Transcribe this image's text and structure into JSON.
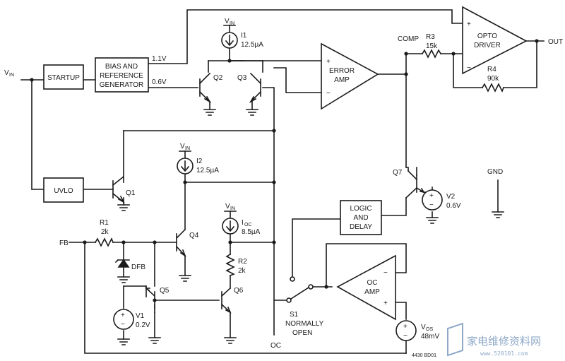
{
  "blocks": {
    "startup": "STARTUP",
    "bias_line1": "BIAS AND",
    "bias_line2": "REFERENCE",
    "bias_line3": "GENERATOR",
    "uvlo": "UVLO",
    "logic_line1": "LOGIC",
    "logic_line2": "AND",
    "logic_line3": "DELAY"
  },
  "amps": {
    "error_line1": "ERROR",
    "error_line2": "AMP",
    "opto_line1": "OPTO",
    "opto_line2": "DRIVER",
    "oc_line1": "OC",
    "oc_line2": "AMP",
    "plus": "+",
    "minus": "−"
  },
  "nets": {
    "vin_left": "V",
    "vin_sub": "IN",
    "v1v1": "1.1V",
    "v0v6": "0.6V",
    "comp": "COMP",
    "out": "OUT",
    "fb": "FB",
    "oc": "OC",
    "gnd": "GND"
  },
  "sources": {
    "i1_name": "I1",
    "i1_value": "12.5µA",
    "i2_name": "I2",
    "i2_value": "12.5µA",
    "ioc_name": "I",
    "ioc_sub": "OC",
    "ioc_value": "8.5µA",
    "v1_name": "V1",
    "v1_value": "0.2V",
    "v2_name": "V2",
    "v2_value": "0.6V",
    "vos_name": "V",
    "vos_sub": "OS",
    "vos_value": "48mV"
  },
  "resistors": {
    "r1_name": "R1",
    "r1_value": "2k",
    "r2_name": "R2",
    "r2_value": "2k",
    "r3_name": "R3",
    "r3_value": "15k",
    "r4_name": "R4",
    "r4_value": "90k"
  },
  "transistors": {
    "q1": "Q1",
    "q2": "Q2",
    "q3": "Q3",
    "q4": "Q4",
    "q5": "Q5",
    "q6": "Q6",
    "q7": "Q7",
    "dfb": "DFB"
  },
  "switch": {
    "name": "S1",
    "line1": "NORMALLY",
    "line2": "OPEN"
  },
  "figure_id": "4430 BD01",
  "watermark": {
    "cn": "家电维修资料网",
    "url": "www.520101.com"
  }
}
